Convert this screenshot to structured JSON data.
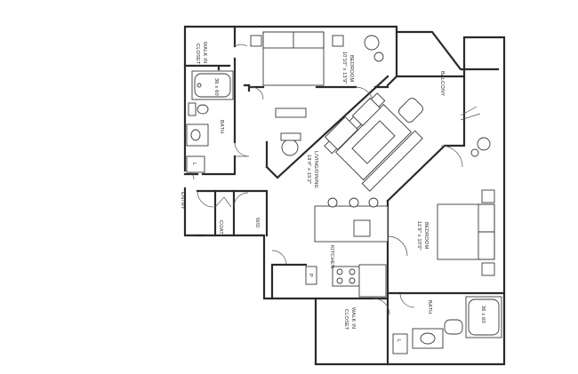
{
  "plan": {
    "rooms": {
      "walk_in_closet_top": [
        "WALK IN",
        "CLOSET"
      ],
      "bedroom_top": [
        "BEDROOM",
        "10'10\" x 13'9\""
      ],
      "balcony": "BALCONY",
      "tub_top": "36 x 60",
      "bath_top": "BATH",
      "living_dining": [
        "LIVING/DINING",
        "19'4\" x 15'2\""
      ],
      "entry": "ENTRY",
      "coat": "COAT",
      "wd": "W/D",
      "bedroom_right": [
        "BEDROOM",
        "11'9\" x 10'0\""
      ],
      "kitchen": "KITCHEN",
      "walk_in_closet_bottom": [
        "WALK IN",
        "CLOSET"
      ],
      "bath_bottom": "BATH",
      "tub_bottom": "36 x 60",
      "pantry_mark": "P",
      "linen_mark_top": "L",
      "linen_mark_bottom": "L"
    }
  }
}
